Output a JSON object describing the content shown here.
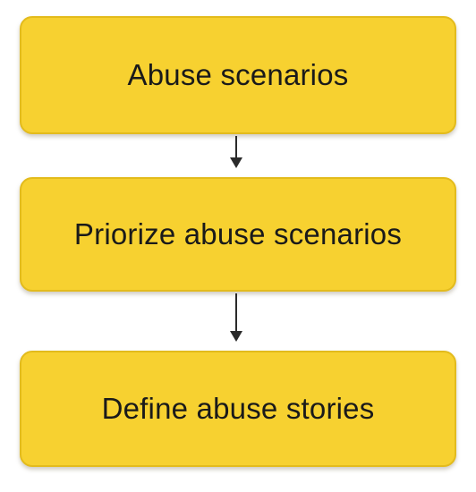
{
  "flowchart": {
    "steps": [
      {
        "label": "Abuse scenarios"
      },
      {
        "label": "Priorize abuse scenarios"
      },
      {
        "label": "Define abuse stories"
      }
    ],
    "colors": {
      "box_fill": "#f7d130",
      "box_border": "#e3bb1c",
      "text": "#1a1a1a",
      "arrow": "#2a2a2a"
    }
  }
}
